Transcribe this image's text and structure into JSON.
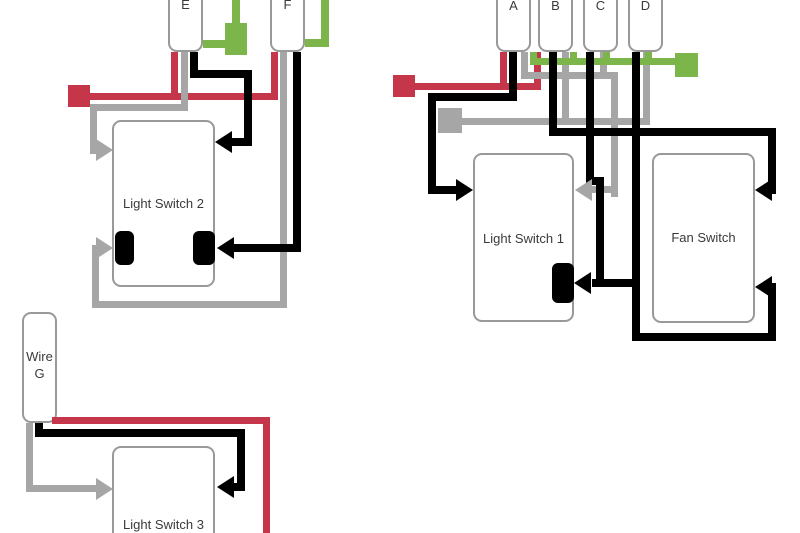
{
  "diagram": {
    "kind": "electrical-wiring-diagram",
    "labels": {
      "cable_a": "A",
      "cable_b": "B",
      "cable_c": "C",
      "cable_d": "D",
      "cable_e": "E",
      "cable_f": "F",
      "wire_g_line1": "Wire",
      "wire_g_line2": "G",
      "light_switch_1": "Light Switch 1",
      "light_switch_2": "Light Switch 2",
      "light_switch_3": "Light Switch 3",
      "fan_switch": "Fan Switch"
    },
    "colors": {
      "wire_red": "#C5364A",
      "wire_green": "#7CB64A",
      "wire_gray": "#A6A6A6",
      "wire_black": "#000000",
      "box_border": "#999999",
      "box_fill": "#FFFFFF",
      "terminal_fill": "#000000",
      "label_text": "#3A3A3A",
      "background": "#FFFFFF"
    },
    "components": {
      "cables": [
        "A",
        "B",
        "C",
        "D",
        "E",
        "F",
        "Wire G"
      ],
      "switches": [
        "Light Switch 1",
        "Light Switch 2",
        "Light Switch 3",
        "Fan Switch"
      ],
      "connector_squares": [
        "red-left",
        "red-right",
        "gray",
        "green-top-left",
        "green-right"
      ]
    }
  }
}
